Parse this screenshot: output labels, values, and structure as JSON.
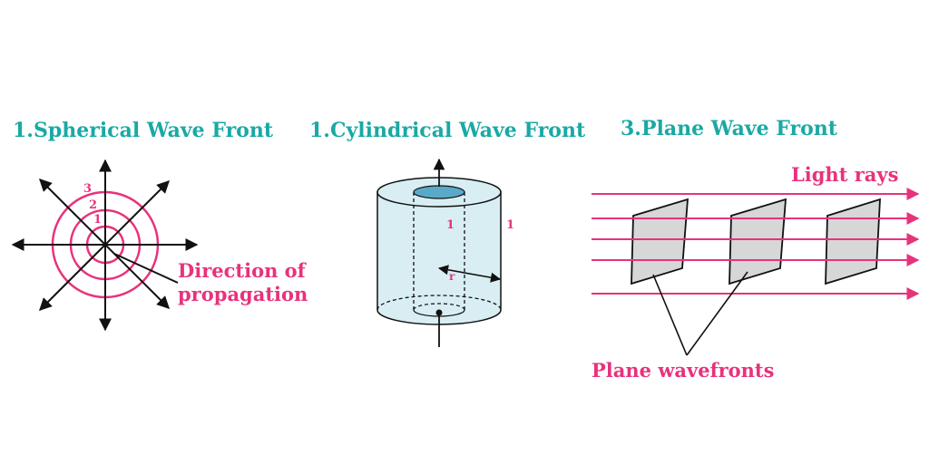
{
  "colors": {
    "title": "#1aa9a5",
    "accent": "#e8327c",
    "cylinder_fill": "#d9eef2",
    "cylinder_top": "#5aa9c8",
    "plane_fill": "#d7d7d7",
    "stroke": "#111111"
  },
  "spherical": {
    "title": "1.Spherical Wave Front",
    "ring_labels": [
      "1",
      "2",
      "3"
    ],
    "direction_label_line1": "Direction of",
    "direction_label_line2": "propagation"
  },
  "cylindrical": {
    "title": "1.Cylindrical Wave Front",
    "inner_label": "1",
    "outer_label": "1",
    "radius_label": "r"
  },
  "plane": {
    "title": "3.Plane Wave Front",
    "rays_label": "Light rays",
    "wavefronts_label": "Plane wavefronts"
  }
}
